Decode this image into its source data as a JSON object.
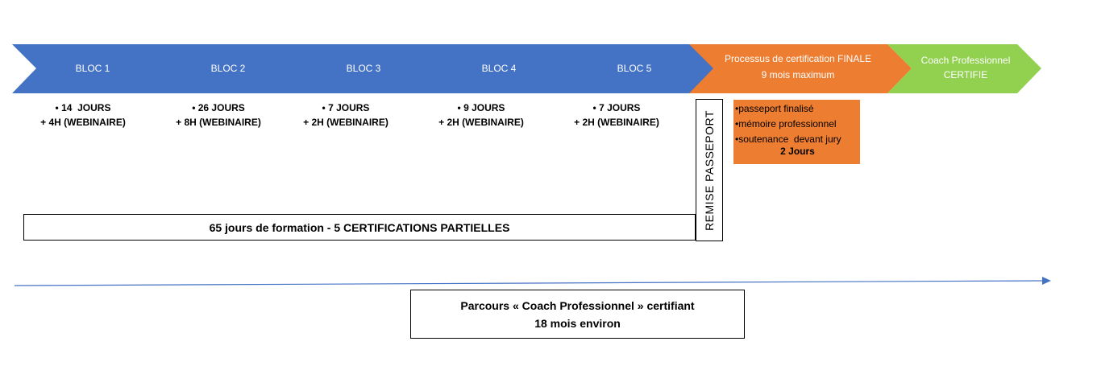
{
  "blocs": [
    {
      "label": "BLOC 1",
      "lines": [
        "• 14  JOURS",
        "+ 4H (WEBINAIRE)"
      ]
    },
    {
      "label": "BLOC 2",
      "lines": [
        "• 26 JOURS",
        "+ 8H (WEBINAIRE)"
      ]
    },
    {
      "label": "BLOC 3",
      "lines": [
        "• 7 JOURS",
        "+ 2H (WEBINAIRE)"
      ]
    },
    {
      "label": "BLOC 4",
      "lines": [
        "• 9 JOURS",
        "+ 2H (WEBINAIRE)"
      ]
    },
    {
      "label": "BLOC 5",
      "lines": [
        "• 7 JOURS",
        "+ 2H (WEBINAIRE)"
      ]
    }
  ],
  "certification": {
    "line1": "Processus de certification FINALE",
    "line2": "9 mois maximum"
  },
  "coach": {
    "line1": "Coach Professionnel",
    "line2": "CERTIFIE"
  },
  "summary": "65 jours de formation - 5 CERTIFICATIONS PARTIELLES",
  "remise": "REMISE PASSEPORT",
  "final_items": [
    "•passeport finalisé",
    "•mémoire professionnel",
    "•soutenance  devant jury"
  ],
  "final_duration": "2 Jours",
  "parcours": {
    "line1": "Parcours « Coach Professionnel » certifiant",
    "line2": "18 mois environ"
  },
  "colors": {
    "bloc": "#4472c4",
    "certification": "#ed7d31",
    "coach": "#92d050",
    "timeline": "#4472c4"
  }
}
